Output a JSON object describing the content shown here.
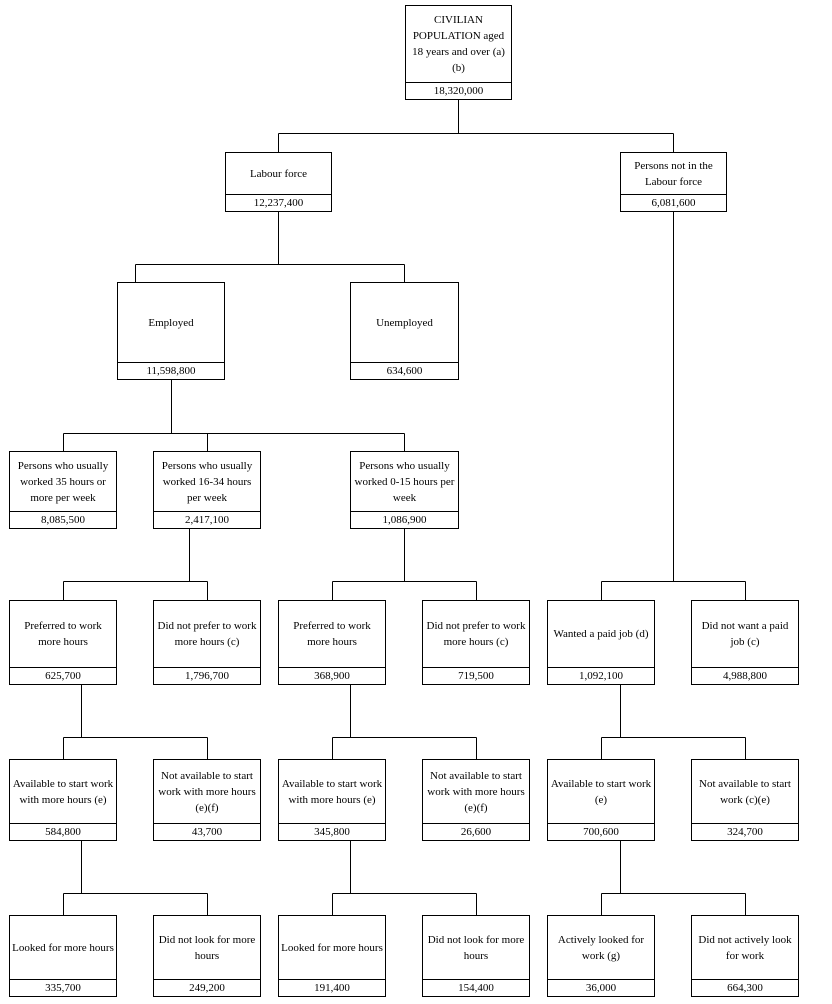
{
  "nodes": {
    "root": {
      "label": "CIVILIAN POPULATION aged 18 years and over (a)(b)",
      "value": "18,320,000"
    },
    "labour": {
      "label": "Labour force",
      "value": "12,237,400"
    },
    "notlabour": {
      "label": "Persons not in the Labour force",
      "value": "6,081,600"
    },
    "employed": {
      "label": "Employed",
      "value": "11,598,800"
    },
    "unemployed": {
      "label": "Unemployed",
      "value": "634,600"
    },
    "w35": {
      "label": "Persons who usually worked 35 hours or more  per week",
      "value": "8,085,500"
    },
    "w1634": {
      "label": "Persons who usually worked 16-34 hours per week",
      "value": "2,417,100"
    },
    "w015": {
      "label": "Persons who usually worked 0-15 hours per week",
      "value": "1,086,900"
    },
    "pref1": {
      "label": "Preferred to work more hours",
      "value": "625,700"
    },
    "nopref1": {
      "label": "Did not prefer to work more hours (c)",
      "value": "1,796,700"
    },
    "pref2": {
      "label": "Preferred to work more hours",
      "value": "368,900"
    },
    "nopref2": {
      "label": "Did not prefer to work more hours (c)",
      "value": "719,500"
    },
    "wanted": {
      "label": "Wanted a paid job (d)",
      "value": "1,092,100"
    },
    "notwanted": {
      "label": "Did not want a paid job (c)",
      "value": "4,988,800"
    },
    "avail1": {
      "label": "Available to start work with more hours (e)",
      "value": "584,800"
    },
    "notavail1": {
      "label": "Not available to start work with more hours (e)(f)",
      "value": "43,700"
    },
    "avail2": {
      "label": "Available to start work with more hours (e)",
      "value": "345,800"
    },
    "notavail2": {
      "label": "Not available to start work with more hours (e)(f)",
      "value": "26,600"
    },
    "avail3": {
      "label": "Available to start work (e)",
      "value": "700,600"
    },
    "notavail3": {
      "label": "Not available to start work (c)(e)",
      "value": "324,700"
    },
    "looked1": {
      "label": "Looked for more hours",
      "value": "335,700"
    },
    "notlooked1": {
      "label": "Did not look for more hours",
      "value": "249,200"
    },
    "looked2": {
      "label": "Looked for more hours",
      "value": "191,400"
    },
    "notlooked2": {
      "label": "Did not look for more hours",
      "value": "154,400"
    },
    "looked3": {
      "label": "Actively looked for work (g)",
      "value": "36,000"
    },
    "notlooked3": {
      "label": "Did not actively look for work",
      "value": "664,300"
    }
  }
}
